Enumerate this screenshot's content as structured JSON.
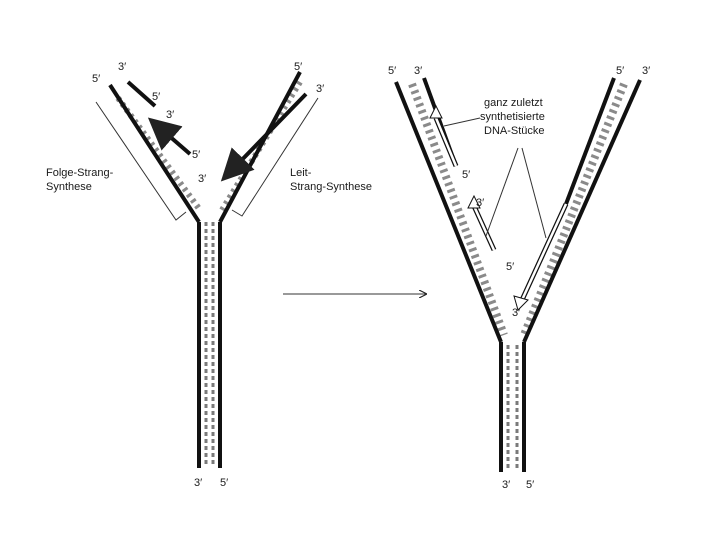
{
  "left": {
    "labels": {
      "top_left_3": "3′",
      "top_left_5": "5′",
      "okazaki_5": "5′",
      "okazaki_3": "3′",
      "lagging_5": "5′",
      "leading_3": "3′",
      "top_right_5": "5′",
      "top_right_3": "3′",
      "bottom_3": "3′",
      "bottom_5": "5′"
    },
    "lagging_caption": [
      "Folge-Strang-",
      "Synthese"
    ],
    "leading_caption": [
      "Leit-",
      "Strang-Synthese"
    ]
  },
  "right": {
    "labels": {
      "top_left_5": "5′",
      "top_left_3": "3′",
      "top_right_5": "5′",
      "top_right_3": "3′",
      "okazaki_top_5": "5′",
      "okazaki_mid_3": "3′",
      "okazaki_mid_5": "5′",
      "fork_3": "3′",
      "bottom_3": "3′",
      "bottom_5": "5′"
    },
    "annotation": [
      "ganz zuletzt",
      "synthetisierte",
      "DNA-Stücke"
    ]
  }
}
